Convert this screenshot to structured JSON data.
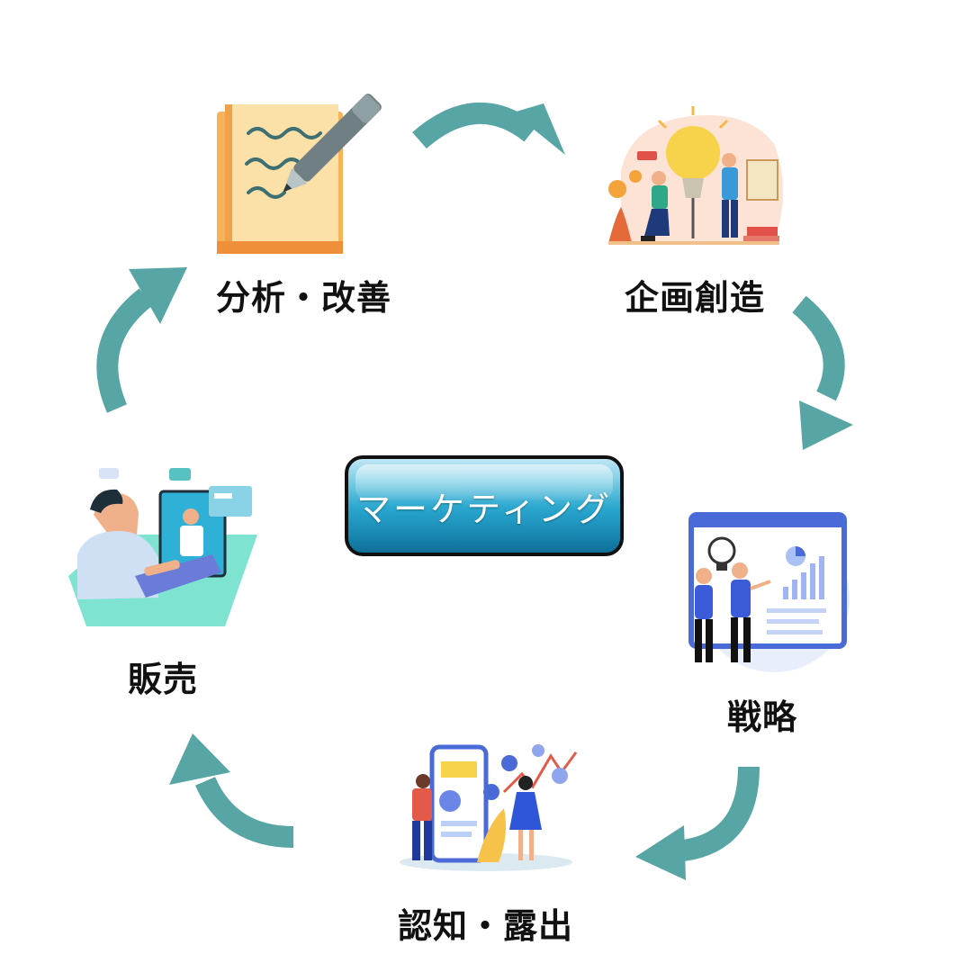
{
  "center": {
    "label": "マーケティング"
  },
  "stages": [
    {
      "label": "分析・改善",
      "icon": "notebook-pen-icon"
    },
    {
      "label": "企画創造",
      "icon": "lightbulb-team-icon"
    },
    {
      "label": "戦略",
      "icon": "strategy-board-icon"
    },
    {
      "label": "認知・露出",
      "icon": "mobile-marketing-icon"
    },
    {
      "label": "販売",
      "icon": "online-sales-icon"
    }
  ],
  "colors": {
    "arrow": "#58a5a5",
    "button_top": "#7fcfe6",
    "button_bottom": "#0f6f97"
  }
}
